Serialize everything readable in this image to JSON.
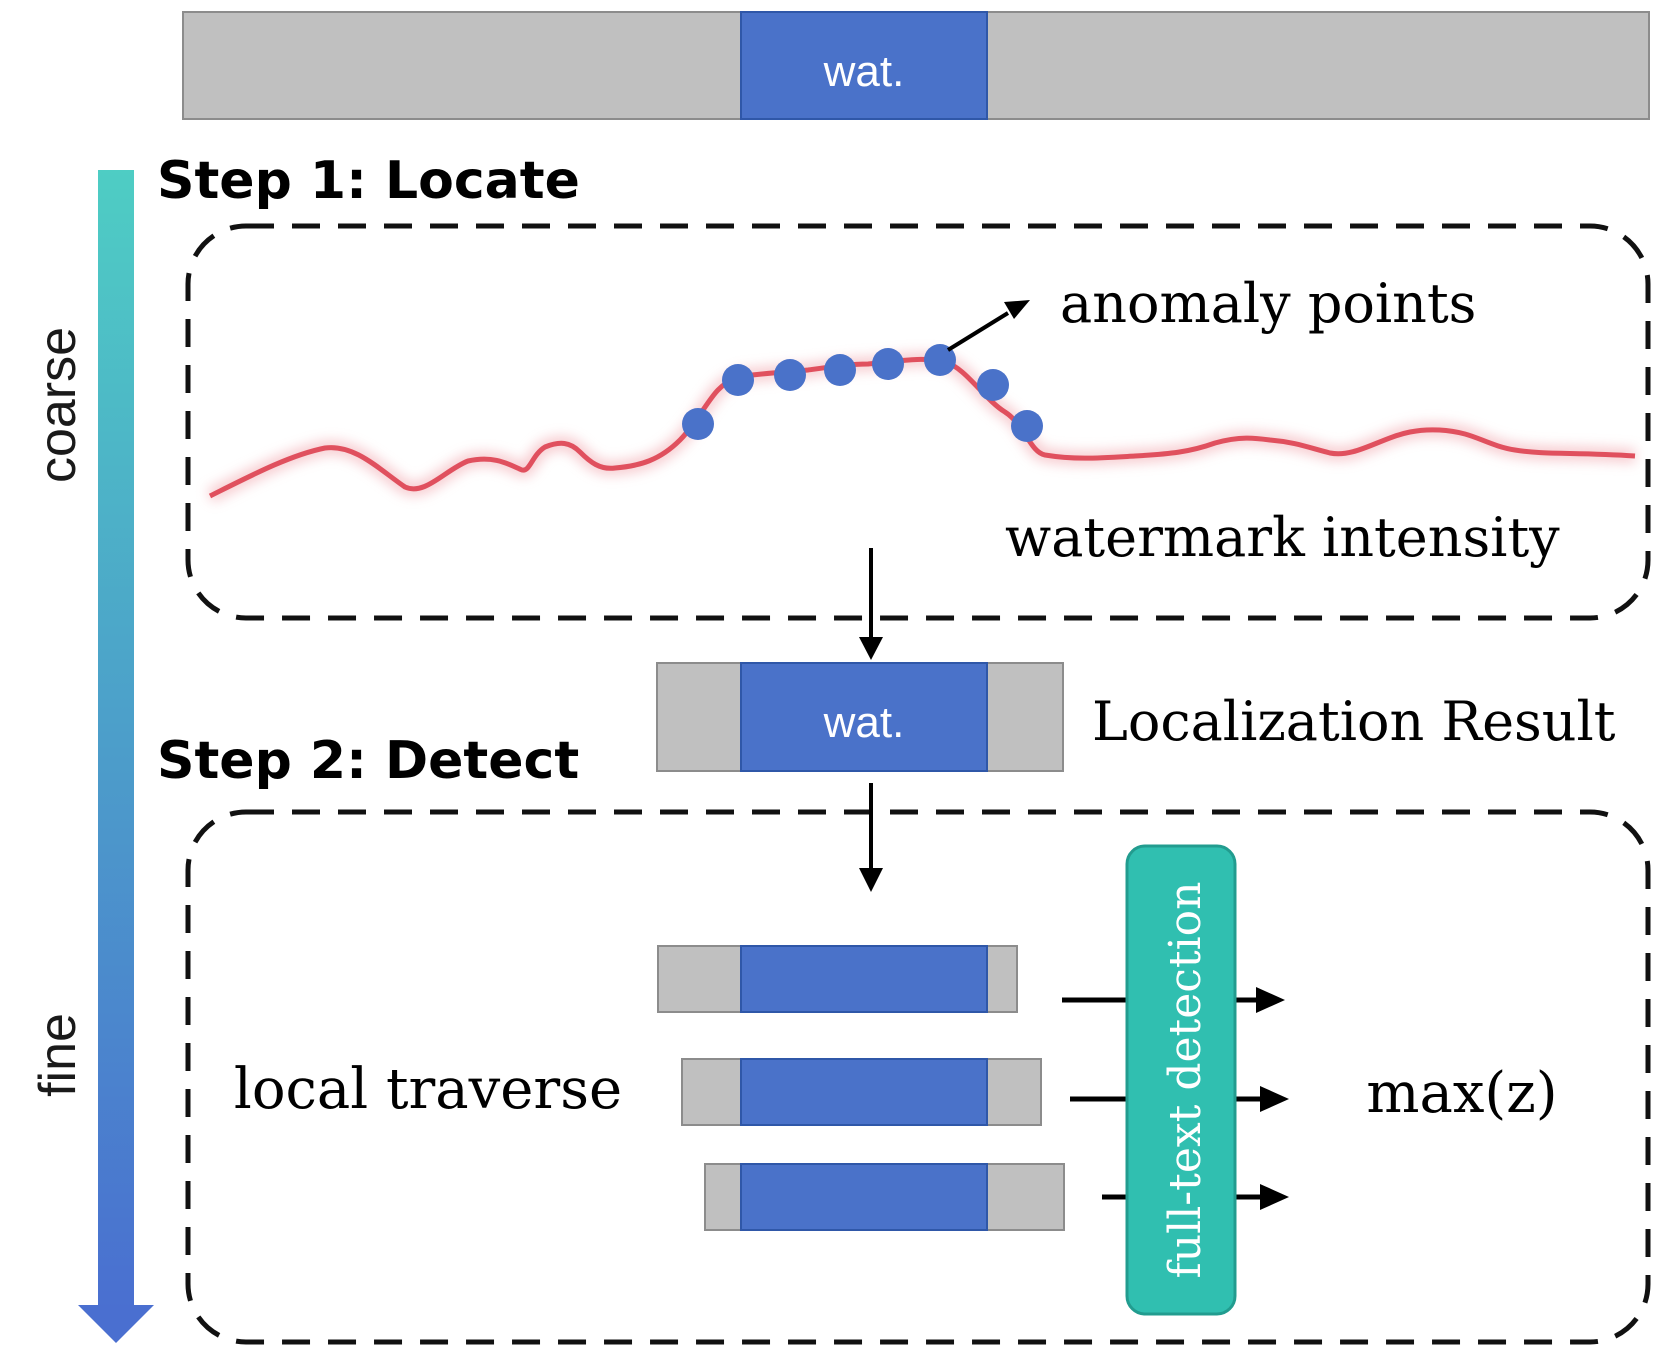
{
  "top_bar": {
    "label": "wat."
  },
  "progress_axis": {
    "start_label": "coarse",
    "end_label": "fine"
  },
  "step1": {
    "title": "Step 1: Locate",
    "anomaly_label": "anomaly points",
    "curve_label": "watermark intensity"
  },
  "localization": {
    "label": "wat.",
    "caption": "Localization Result"
  },
  "step2": {
    "title": "Step 2: Detect",
    "traverse_label": "local traverse",
    "detection_label": "full-text detection",
    "output_label": "max(z)"
  },
  "colors": {
    "watermark_blue": "#4a72c9",
    "segment_gray": "#c0c0c0",
    "curve_red": "#e0505e",
    "detector_teal": "#30bfb0",
    "gradient_top": "#4ecdc4",
    "gradient_bottom": "#4a6fd0"
  }
}
